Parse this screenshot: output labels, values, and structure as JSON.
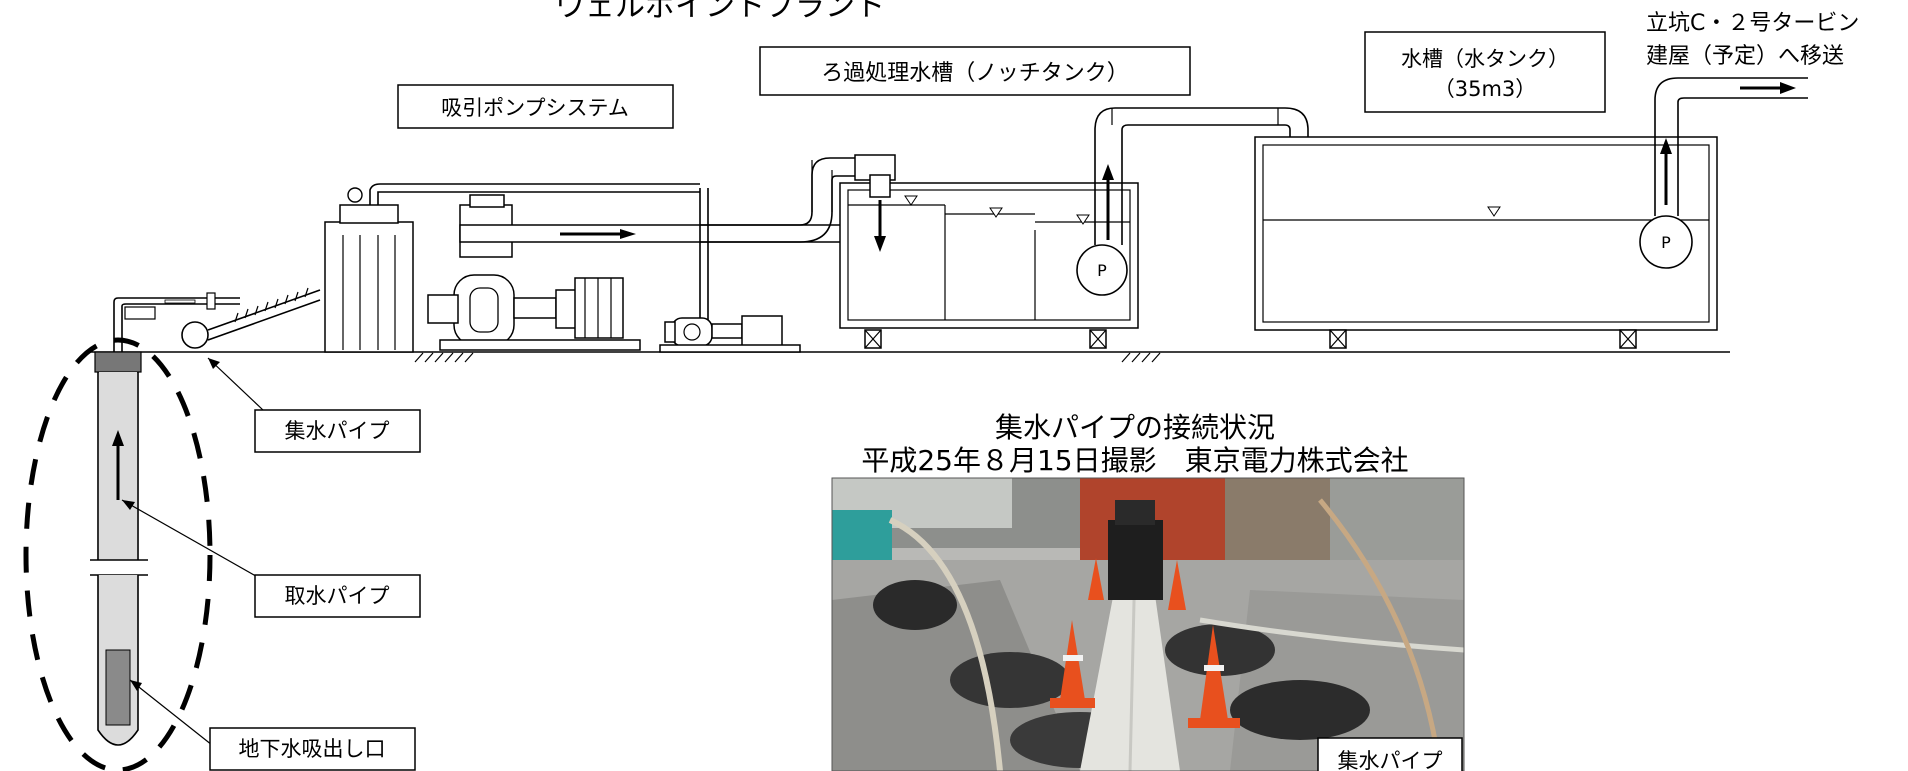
{
  "title": "ウェルポイントプラント",
  "labels": {
    "suction_pump_system": "吸引ポンプシステム",
    "filter_tank": "ろ過処理水槽（ノッチタンク）",
    "water_tank_line1": "水槽（水タンク）",
    "water_tank_line2": "（35m3）",
    "destination_line1": "立坑C・２号タービン",
    "destination_line2": "建屋（予定）へ移送",
    "collection_pipe": "集水パイプ",
    "intake_pipe": "取水パイプ",
    "groundwater_outlet": "地下水吸出し口",
    "pump_p": "P"
  },
  "photo": {
    "caption_line1": "集水パイプの接続状況",
    "caption_line2": "平成25年８月15日撮影　東京電力株式会社",
    "inner_label": "集水パイプ"
  },
  "colors": {
    "line": "#000000",
    "cone": "#e8501e",
    "tank_red": "#b0442c",
    "gravel": "#a6a6a3"
  }
}
